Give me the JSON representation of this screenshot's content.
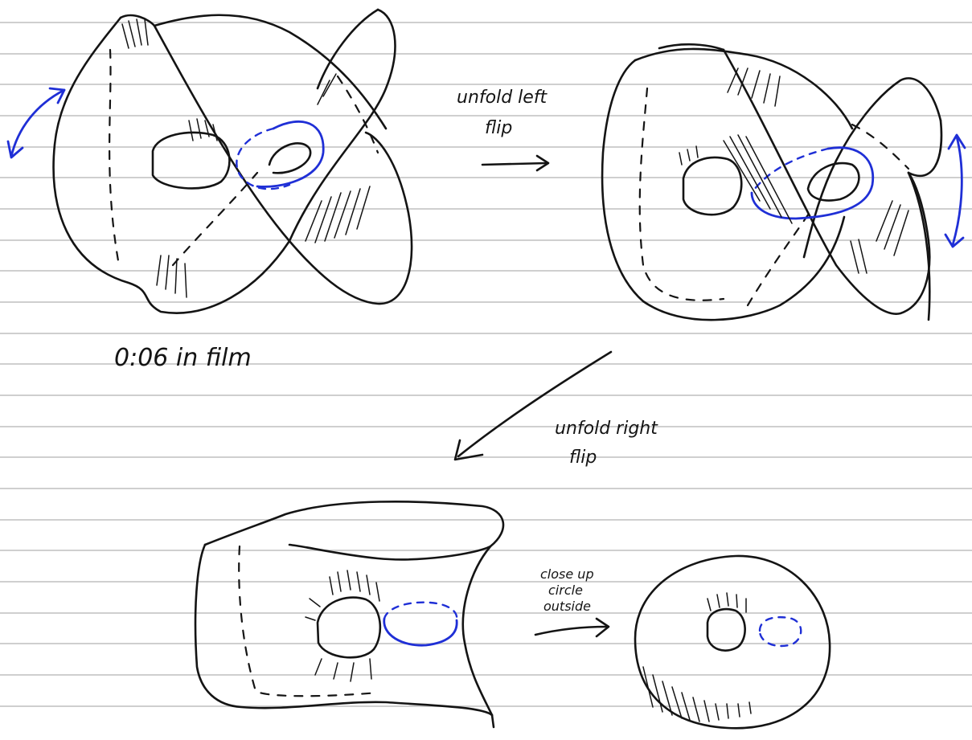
{
  "labels": {
    "step1": "unfold left",
    "step1b": "flip",
    "timestamp": "0:06 in film",
    "step2": "unfold right",
    "step2b": "flip",
    "step3a": "close up",
    "step3b": "circle",
    "step3c": "outside"
  },
  "colors": {
    "ink": "#141414",
    "accent_blue": "#1f2fd6",
    "rule_lines": "#cfcfcf",
    "paper": "#ffffff"
  }
}
